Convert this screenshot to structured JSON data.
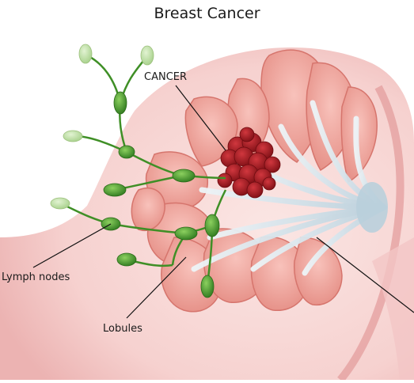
{
  "title": "Breast Cancer",
  "labels": {
    "cancer": "CANCER",
    "lymph_nodes": "Lymph nodes",
    "lobules": "Lobules"
  },
  "colors": {
    "skin": "#f7d6d4",
    "skin_edge": "#e8a6a6",
    "lobule": "#f1a7a0",
    "lobule_edge": "#d9776f",
    "duct": "#d9e7ef",
    "tumor": "#a51d24",
    "lymph": "#5aa33a",
    "lymph_light": "#b9dba0"
  }
}
